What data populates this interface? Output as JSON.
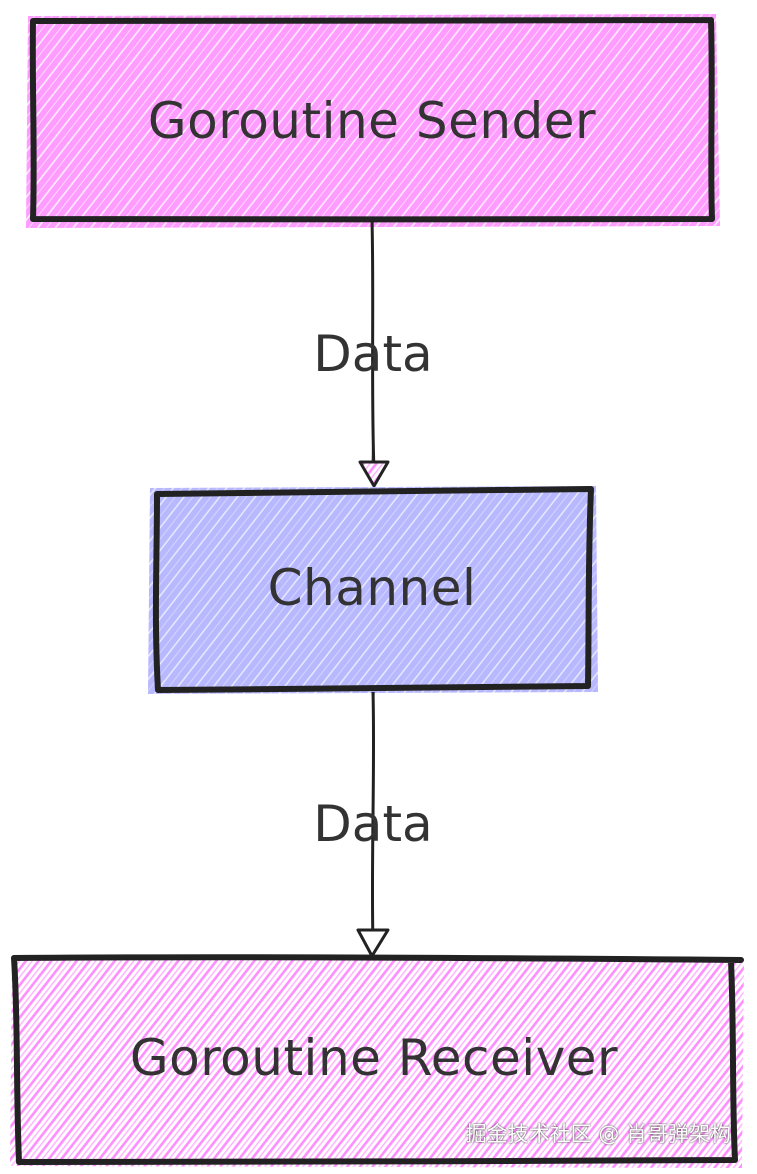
{
  "diagram": {
    "nodes": [
      {
        "id": "sender",
        "label": "Goroutine Sender",
        "fill": "#ff8cff"
      },
      {
        "id": "channel",
        "label": "Channel",
        "fill": "#b3b3ff"
      },
      {
        "id": "receiver",
        "label": "Goroutine Receiver",
        "fill": "#ff8cff"
      }
    ],
    "edges": [
      {
        "from": "sender",
        "to": "channel",
        "label": "Data"
      },
      {
        "from": "channel",
        "to": "receiver",
        "label": "Data"
      }
    ],
    "stroke_color": "#222222"
  },
  "watermark": "掘金技术社区 @ 肖哥弹架构"
}
